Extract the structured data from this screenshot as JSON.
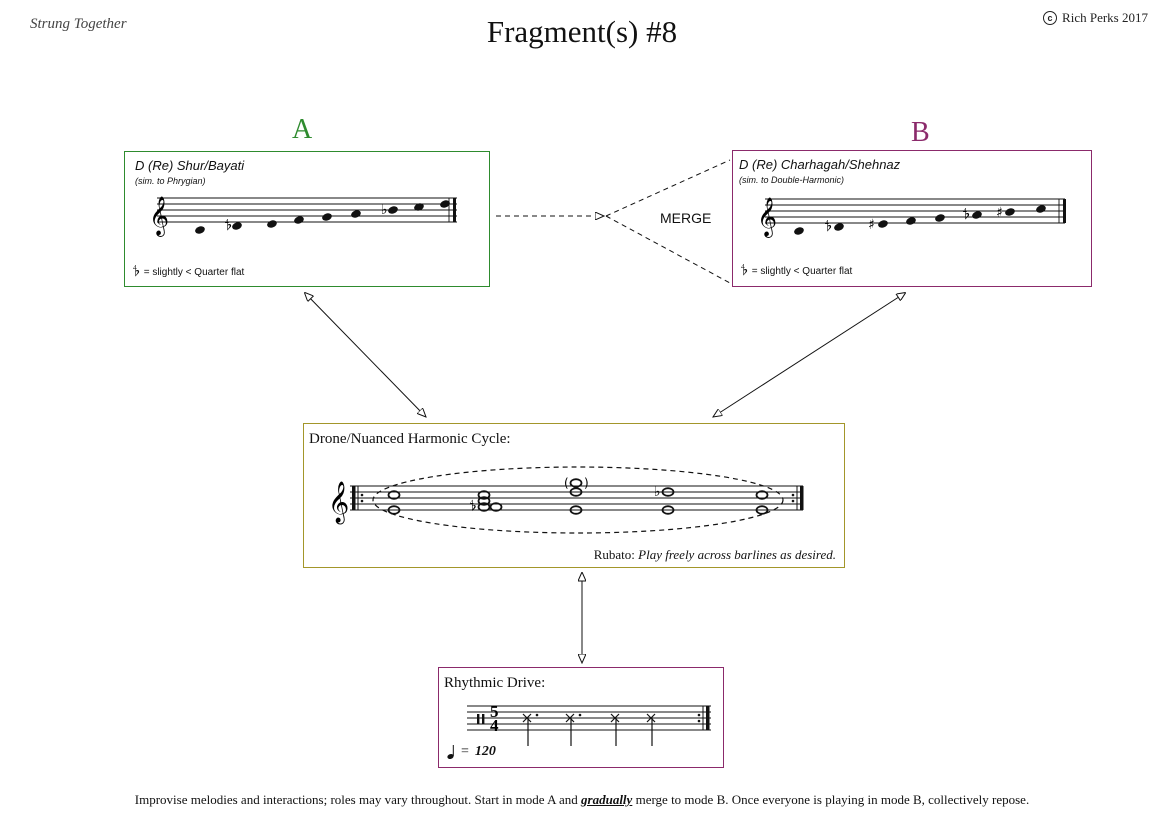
{
  "header": {
    "ensemble": "Strung Together",
    "title": "Fragment(s) #8",
    "copyright_symbol": "c",
    "copyright_text": "Rich Perks 2017"
  },
  "mode_a": {
    "label": "A",
    "color": "#2e8b2e",
    "scale_name": "D (Re) Shur/Bayati",
    "scale_sub": "(sim. to Phrygian)",
    "legend_text": "= slightly < Quarter flat"
  },
  "mode_b": {
    "label": "B",
    "color": "#8b2a6b",
    "scale_name": "D (Re) Charhagah/Shehnaz",
    "scale_sub": "(sim. to Double-Harmonic)",
    "legend_text": "= slightly < Quarter flat"
  },
  "merge_label": "MERGE",
  "drone": {
    "title": "Drone/Nuanced Harmonic Cycle:",
    "rubato_label": "Rubato:",
    "rubato_text": "Play freely across barlines as desired.",
    "border_color": "#a3962a"
  },
  "rhythm": {
    "title": "Rhythmic Drive:",
    "time_top": "5",
    "time_bottom": "4",
    "tempo_equals": "=",
    "tempo_value": "120"
  },
  "footer": {
    "text_before": "Improvise melodies and interactions; roles may vary throughout. Start in mode A and ",
    "emphasis": "gradually",
    "text_after": " merge to mode B. Once everyone is playing in mode B, collectively repose."
  }
}
